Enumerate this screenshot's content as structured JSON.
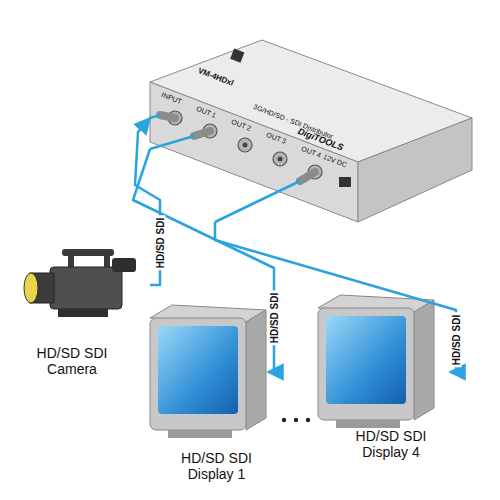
{
  "diagram": {
    "nodes": [
      {
        "text": [
          "VM-4HDxl",
          "3G/HD/SD - SDI Distributor",
          "DigiTOOLS",
          "INPUT",
          "OUT 1",
          "OUT 2",
          "OUT 3",
          "OUT 4",
          "12V DC"
        ]
      },
      {
        "text": [
          "HD/SD SDI Camera"
        ]
      },
      {
        "text": [
          "HD/SD SDI Display 1"
        ]
      },
      {
        "text": [
          "HD/SD SDI Display 4"
        ]
      }
    ],
    "edges": [
      {
        "from": 1,
        "to": 0,
        "arrow": "to",
        "label": "HD/SD SDI"
      },
      {
        "from": 0,
        "to": 2,
        "arrow": "to",
        "label": "HD/SD SDI"
      },
      {
        "from": 0,
        "to": 3,
        "arrow": "to",
        "label": "HD/SD SDI"
      }
    ]
  }
}
